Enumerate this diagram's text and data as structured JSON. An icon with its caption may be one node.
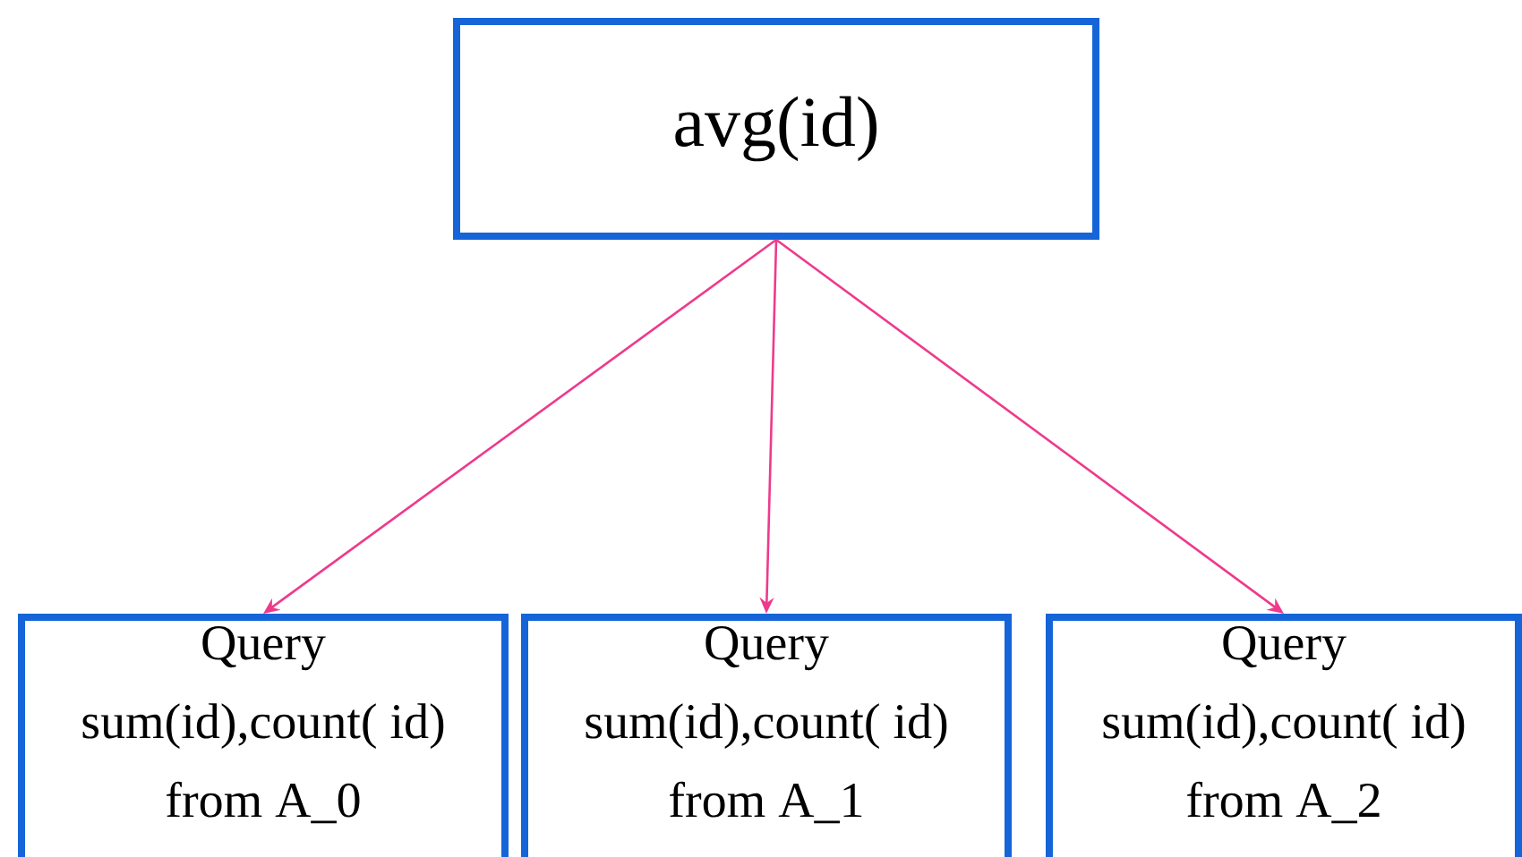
{
  "diagram": {
    "nodes": [
      {
        "text": [
          "avg(id)"
        ]
      },
      {
        "text": [
          "Query sum(id),count( id) from A_0"
        ]
      },
      {
        "text": [
          "Query sum(id),count( id) from A_1"
        ]
      },
      {
        "text": [
          "Query sum(id),count( id) from A_2"
        ]
      }
    ],
    "edges": [
      {
        "from": 0,
        "to": 1,
        "arrow": "to",
        "color": "#ee3a8c"
      },
      {
        "from": 0,
        "to": 2,
        "arrow": "to",
        "color": "#ee3a8c"
      },
      {
        "from": 0,
        "to": 3,
        "arrow": "to",
        "color": "#ee3a8c"
      }
    ]
  }
}
